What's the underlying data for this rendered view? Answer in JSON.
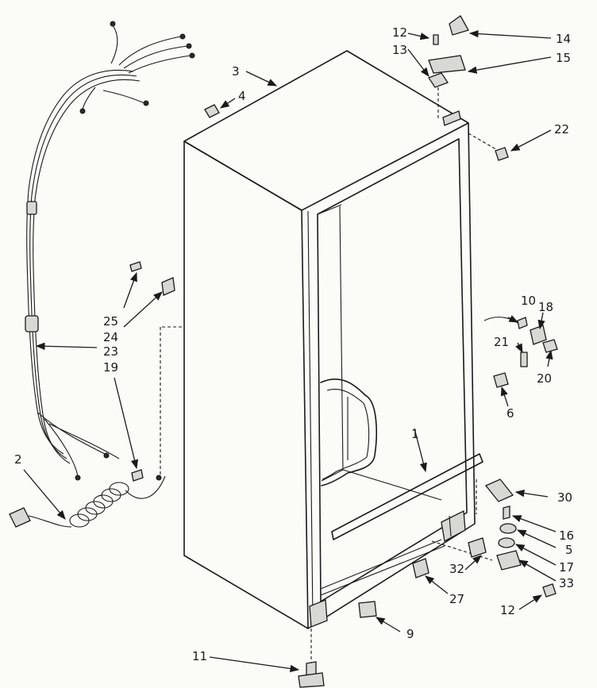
{
  "callouts": {
    "c1": "1",
    "c2": "2",
    "c3": "3",
    "c4": "4",
    "c5": "5",
    "c6": "6",
    "c9": "9",
    "c10": "10",
    "c11": "11",
    "c12a": "12",
    "c12b": "12",
    "c13": "13",
    "c14": "14",
    "c15": "15",
    "c16": "16",
    "c17": "17",
    "c18": "18",
    "c19": "19",
    "c20": "20",
    "c21": "21",
    "c22": "22",
    "c23": "23",
    "c24": "24",
    "c25": "25",
    "c27": "27",
    "c30": "30",
    "c32": "32",
    "c33": "33"
  },
  "icons": {
    "arrowhead": "triangle-arrowhead"
  }
}
